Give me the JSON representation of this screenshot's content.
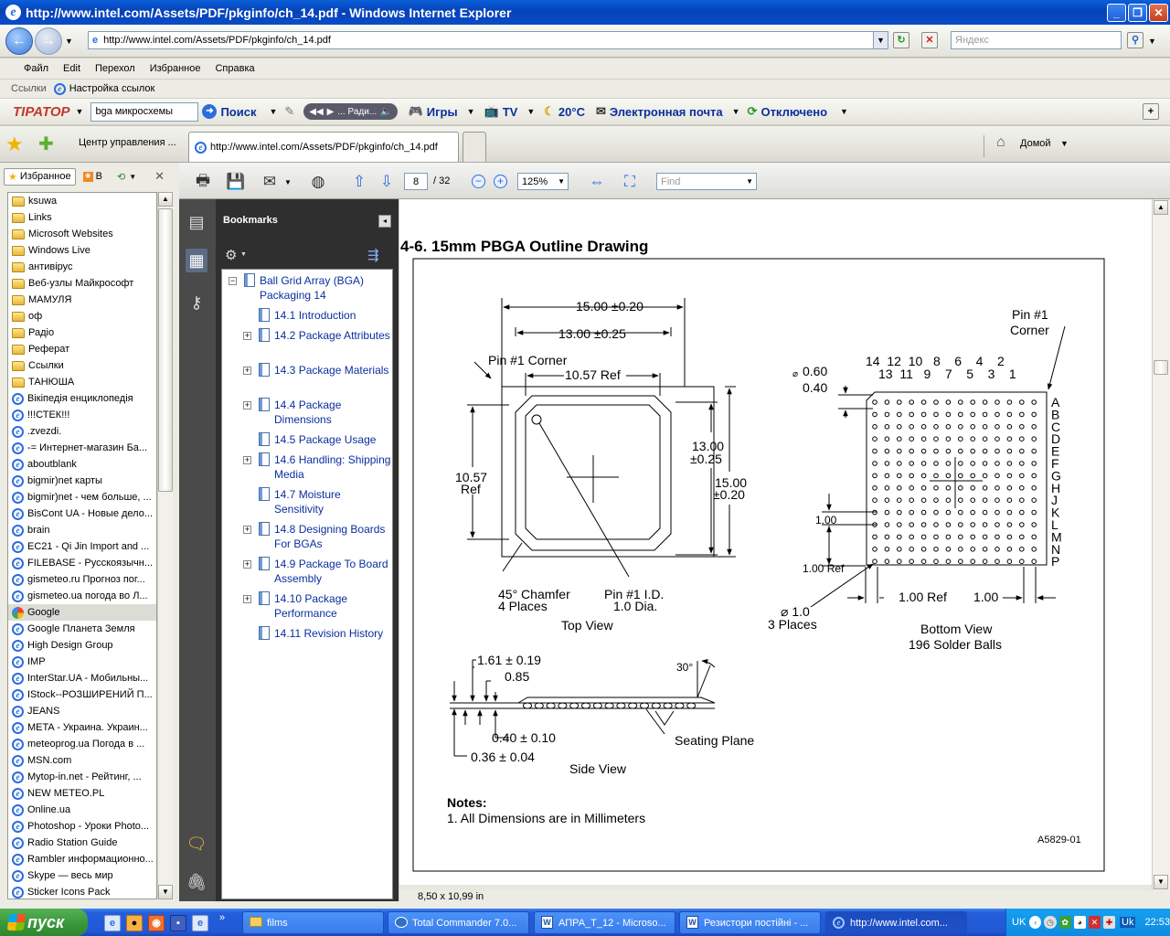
{
  "window": {
    "title": "http://www.intel.com/Assets/PDF/pkginfo/ch_14.pdf - Windows Internet Explorer"
  },
  "address": {
    "url": "http://www.intel.com/Assets/PDF/pkginfo/ch_14.pdf",
    "search_placeholder": "Яндекс"
  },
  "menu": [
    "Файл",
    "Edit",
    "Перехол",
    "Избранное",
    "Справка"
  ],
  "links": {
    "label": "Ссылки",
    "item": "Настройка ссылок"
  },
  "toolbar": {
    "brand": "TIPATOP",
    "search_value": "bga микросхемы",
    "search": "Поиск",
    "radio": "... Ради...",
    "games": "Игры",
    "tv": "TV",
    "weather": "20°C",
    "mail": "Электронная почта",
    "status": "Отключено"
  },
  "tabs": {
    "control": "Центр управления ...",
    "active": "http://www.intel.com/Assets/PDF/pkginfo/ch_14.pdf",
    "home": "Домой"
  },
  "favorites": {
    "title": "Избранное",
    "rss": "В",
    "items": [
      {
        "label": "ksuwa",
        "kind": "folder"
      },
      {
        "label": "Links",
        "kind": "folder"
      },
      {
        "label": "Microsoft Websites",
        "kind": "folder"
      },
      {
        "label": "Windows Live",
        "kind": "folder"
      },
      {
        "label": "антивірус",
        "kind": "folder"
      },
      {
        "label": "Веб-узлы Майкрософт",
        "kind": "folder"
      },
      {
        "label": "МАМУЛЯ",
        "kind": "folder"
      },
      {
        "label": "оф",
        "kind": "folder"
      },
      {
        "label": "Радіо",
        "kind": "folder"
      },
      {
        "label": "Реферат",
        "kind": "folder"
      },
      {
        "label": "Ссылки",
        "kind": "folder"
      },
      {
        "label": "ТАНЮША",
        "kind": "folder"
      },
      {
        "label": "Вікіпедія енциклопедія",
        "kind": "ie"
      },
      {
        "label": "!!!СТЕК!!!",
        "kind": "ie"
      },
      {
        "label": ".zvezdi.",
        "kind": "ie"
      },
      {
        "label": "-= Интернет-магазин Ба...",
        "kind": "ie"
      },
      {
        "label": "aboutblank",
        "kind": "ie"
      },
      {
        "label": "bigmir)net  карты",
        "kind": "ie"
      },
      {
        "label": "bigmir)net - чем больше, ...",
        "kind": "ie"
      },
      {
        "label": "BisCont UA - Новые дело...",
        "kind": "ie"
      },
      {
        "label": "brain",
        "kind": "ie"
      },
      {
        "label": "EC21 - Qi Jin Import and ...",
        "kind": "ie"
      },
      {
        "label": "FILEBASE - Русскоязычн...",
        "kind": "ie"
      },
      {
        "label": "gismeteo.ru Прогноз пог...",
        "kind": "ie"
      },
      {
        "label": "gismeteo.ua погода во Л...",
        "kind": "ie"
      },
      {
        "label": "Google",
        "kind": "google"
      },
      {
        "label": "Google Планета Земля",
        "kind": "ie"
      },
      {
        "label": "High Design Group",
        "kind": "ie"
      },
      {
        "label": "IMP",
        "kind": "ie"
      },
      {
        "label": "InterStar.UA - Мобильны...",
        "kind": "ie"
      },
      {
        "label": "IStock--РОЗШИРЕНИЙ П...",
        "kind": "ie"
      },
      {
        "label": "JEANS",
        "kind": "ie"
      },
      {
        "label": "META - Украина. Украин...",
        "kind": "ie"
      },
      {
        "label": "meteoprog.ua Погода в ...",
        "kind": "ie"
      },
      {
        "label": "MSN.com",
        "kind": "ie"
      },
      {
        "label": "Mytop-in.net - Рейтинг, ...",
        "kind": "ie"
      },
      {
        "label": "NEW METEO.PL",
        "kind": "ie"
      },
      {
        "label": "Online.ua",
        "kind": "ie"
      },
      {
        "label": "Photoshop - Уроки Photo...",
        "kind": "ie"
      },
      {
        "label": "Radio Station Guide",
        "kind": "ie"
      },
      {
        "label": "Rambler информационно...",
        "kind": "ie"
      },
      {
        "label": "Skype — весь мир",
        "kind": "ie"
      },
      {
        "label": "Sticker Icons Pack",
        "kind": "ie"
      }
    ]
  },
  "pdf": {
    "page": "8",
    "total": "/ 32",
    "zoom": "125%",
    "find_placeholder": "Find",
    "bookmarks_title": "Bookmarks",
    "page_size": "8,50 x 10,99 in",
    "bookmarks": [
      {
        "text": "Ball Grid Array (BGA) Packaging 14",
        "lines": 2,
        "expand": "−",
        "top": true
      },
      {
        "text": "14.1 Introduction",
        "lines": 1,
        "expand": ""
      },
      {
        "text": "14.2 Package Attributes",
        "lines": 2,
        "expand": "+"
      },
      {
        "text": "14.3 Package Materials",
        "lines": 2,
        "expand": "+"
      },
      {
        "text": "14.4 Package Dimensions",
        "lines": 2,
        "expand": "+"
      },
      {
        "text": "14.5 Package Usage",
        "lines": 1,
        "expand": ""
      },
      {
        "text": "14.6 Handling: Shipping Media",
        "lines": 2,
        "expand": "+"
      },
      {
        "text": "14.7 Moisture Sensitivity",
        "lines": 2,
        "expand": ""
      },
      {
        "text": "14.8 Designing Boards For BGAs",
        "lines": 2,
        "expand": "+"
      },
      {
        "text": "14.9 Package To Board Assembly",
        "lines": 2,
        "expand": "+"
      },
      {
        "text": "14.10 Package Performance",
        "lines": 2,
        "expand": "+"
      },
      {
        "text": "14.11 Revision History",
        "lines": 1,
        "expand": ""
      }
    ],
    "doc": {
      "heading": "4-6. 15mm PBGA Outline Drawing",
      "top_view": {
        "d1": "15.00 ±0.20",
        "d2": "13.00 ±0.25",
        "d3": "10.57 Ref",
        "pin1": "Pin #1 Corner",
        "left_a": "10.57",
        "left_b": "Ref",
        "right1a": "13.00",
        "right1b": "±0.25",
        "right2a": "15.00",
        "right2b": "±0.20",
        "chamfer_a": "45° Chamfer",
        "chamfer_b": "4 Places",
        "pinid_a": "Pin #1 I.D.",
        "pinid_b": "1.0 Dia.",
        "caption": "Top View"
      },
      "bottom_view": {
        "pin1_a": "Pin #1",
        "pin1_b": "Corner",
        "cols_top": "14  12  10   8    6    4    2",
        "cols_bot": "13  11   9    7    5    3    1",
        "rows": [
          "A",
          "B",
          "C",
          "D",
          "E",
          "F",
          "G",
          "H",
          "J",
          "K",
          "L",
          "M",
          "N",
          "P"
        ],
        "d060": "0.60",
        "d040": "0.40",
        "d100": "1.00",
        "d100ref": "1.00 Ref",
        "ballsize_a": "⌀ 1.0",
        "ballsize_b": "3 Places",
        "ref_bottom": "1.00 Ref",
        "pitch_bottom": "1.00",
        "caption_a": "Bottom View",
        "caption_b": "196 Solder Balls"
      },
      "side_view": {
        "d1": "1.61 ± 0.19",
        "d2": "0.85",
        "d3": "0.40 ± 0.10",
        "d4": "0.36 ± 0.04",
        "angle": "30°",
        "seating": "Seating Plane",
        "caption": "Side View"
      },
      "notes_title": "Notes:",
      "notes_1": "1. All Dimensions are in Millimeters",
      "fig_id": "A5829-01"
    }
  },
  "taskbar": {
    "start": "пуск",
    "tasks": [
      "films",
      "Total Commander 7.0...",
      "АПРА_Т_12 - Microso...",
      "Резистори постійні - ...",
      "http://www.intel.com..."
    ],
    "lang": "UK",
    "lang2": "Uk",
    "clock": "22:53"
  }
}
